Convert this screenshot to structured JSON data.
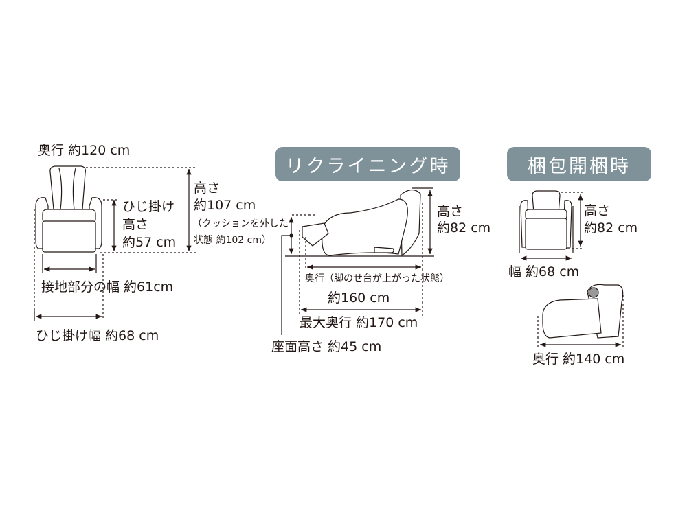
{
  "normal": {
    "depth": "奥行 約120 cm",
    "armrest_height": [
      "ひじ掛け",
      "高さ",
      "約57 cm"
    ],
    "height": [
      "高さ",
      "約107 cm"
    ],
    "height_note": [
      "（クッションを外した",
      "状態 約102 cm）"
    ],
    "ground_width": "接地部分の幅 約61cm",
    "armrest_width": "ひじ掛け幅 約68 cm"
  },
  "reclining": {
    "badge": "リクライニング時",
    "height": [
      "高さ",
      "約82 cm"
    ],
    "depth_note": "奥行（脚のせ台が上がった状態）",
    "depth": "約160 cm",
    "max_depth": "最大奥行 約170 cm",
    "seat_height": "座面高さ 約45 cm"
  },
  "unpacking": {
    "badge": "梱包開梱時",
    "height": [
      "高さ",
      "約82 cm"
    ],
    "width": "幅 約68 cm",
    "depth": "奥行 約140 cm"
  }
}
